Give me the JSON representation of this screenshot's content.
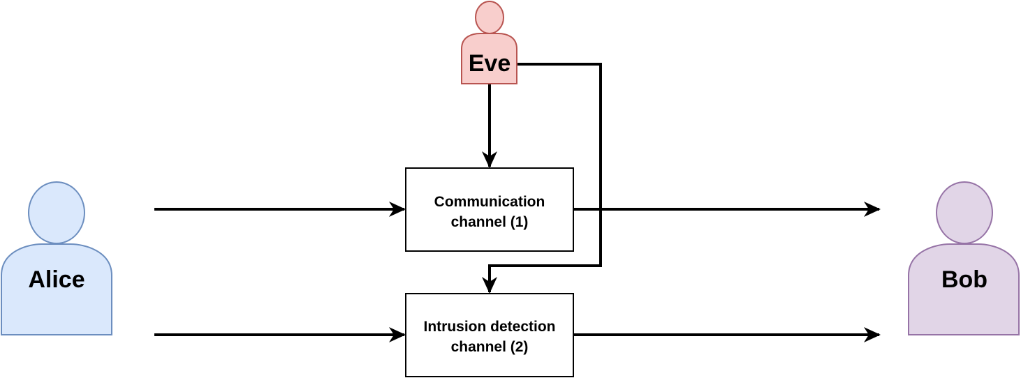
{
  "diagram": {
    "actors": {
      "alice": {
        "label": "Alice",
        "fill": "#dae8fc",
        "stroke": "#6c8ebf"
      },
      "eve": {
        "label": "Eve",
        "fill": "#f8cecc",
        "stroke": "#b85450"
      },
      "bob": {
        "label": "Bob",
        "fill": "#e1d5e7",
        "stroke": "#9673a6"
      }
    },
    "channels": {
      "communication": {
        "line1": "Communication",
        "line2": "channel (1)"
      },
      "intrusion": {
        "line1": "Intrusion detection",
        "line2": "channel (2)"
      }
    },
    "colors": {
      "edge": "#000000",
      "box_fill": "#ffffff",
      "box_stroke": "#000000"
    }
  }
}
